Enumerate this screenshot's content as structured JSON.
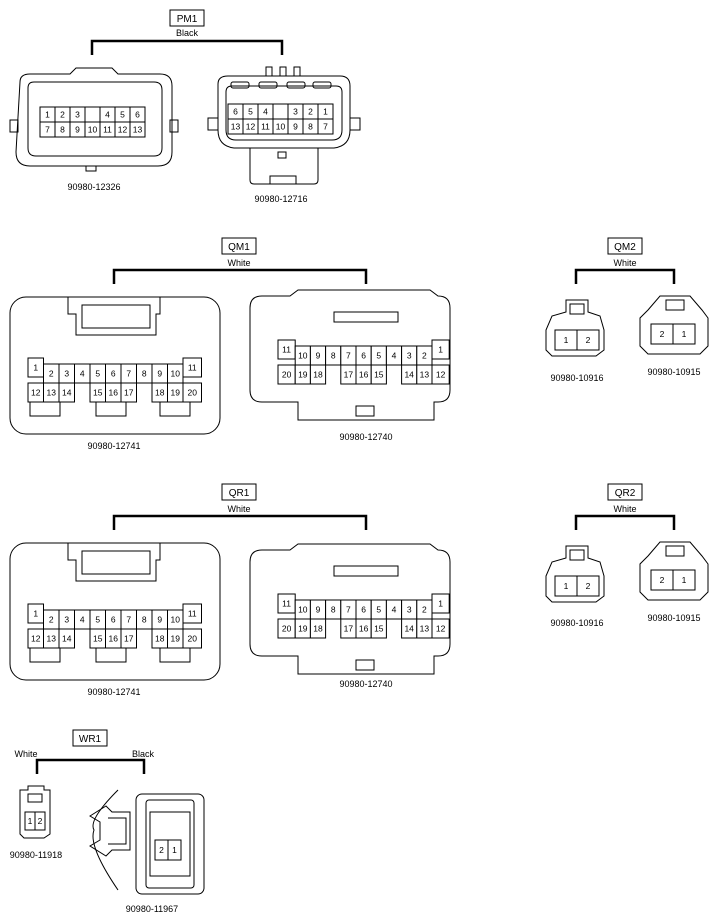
{
  "groups": {
    "pm1": {
      "tag": "PM1",
      "color": "Black"
    },
    "qm1": {
      "tag": "QM1",
      "color": "White"
    },
    "qm2": {
      "tag": "QM2",
      "color": "White"
    },
    "qr1": {
      "tag": "QR1",
      "color": "White"
    },
    "qr2": {
      "tag": "QR2",
      "color": "White"
    },
    "wr1": {
      "tag": "WR1",
      "color_left": "White",
      "color_right": "Black"
    }
  },
  "connectors": {
    "pm1_left": {
      "part": "90980-12326",
      "pins_top": [
        "1",
        "2",
        "3",
        "",
        "4",
        "5",
        "6"
      ],
      "pins_bottom": [
        "7",
        "8",
        "9",
        "10",
        "11",
        "12",
        "13"
      ]
    },
    "pm1_right": {
      "part": "90980-12716",
      "pins_top": [
        "6",
        "5",
        "4",
        "",
        "3",
        "2",
        "1"
      ],
      "pins_bottom": [
        "13",
        "12",
        "11",
        "10",
        "9",
        "8",
        "7"
      ]
    },
    "qm1_left": {
      "part": "90980-12741"
    },
    "qm1_right": {
      "part": "90980-12740"
    },
    "qm2_left": {
      "part": "90980-10916",
      "pins": [
        "1",
        "2"
      ]
    },
    "qm2_right": {
      "part": "90980-10915",
      "pins": [
        "2",
        "1"
      ]
    },
    "qr1_left": {
      "part": "90980-12741"
    },
    "qr1_right": {
      "part": "90980-12740"
    },
    "qr2_left": {
      "part": "90980-10916",
      "pins": [
        "1",
        "2"
      ]
    },
    "qr2_right": {
      "part": "90980-10915",
      "pins": [
        "2",
        "1"
      ]
    },
    "wr1_left": {
      "part": "90980-11918",
      "pins": [
        "1",
        "2"
      ]
    },
    "wr1_right": {
      "part": "90980-11967",
      "pins": [
        "2",
        "1"
      ]
    }
  },
  "pins20_female": {
    "top": [
      "1",
      "2",
      "3",
      "4",
      "5",
      "6",
      "7",
      "8",
      "9",
      "10",
      "11"
    ],
    "bottom": [
      "12",
      "13",
      "14",
      "15",
      "16",
      "17",
      "18",
      "19",
      "20"
    ]
  },
  "pins20_male": {
    "top": [
      "11",
      "10",
      "9",
      "8",
      "7",
      "6",
      "5",
      "4",
      "3",
      "2",
      "1"
    ],
    "bottom": [
      "20",
      "19",
      "18",
      "17",
      "16",
      "15",
      "14",
      "13",
      "12"
    ]
  }
}
